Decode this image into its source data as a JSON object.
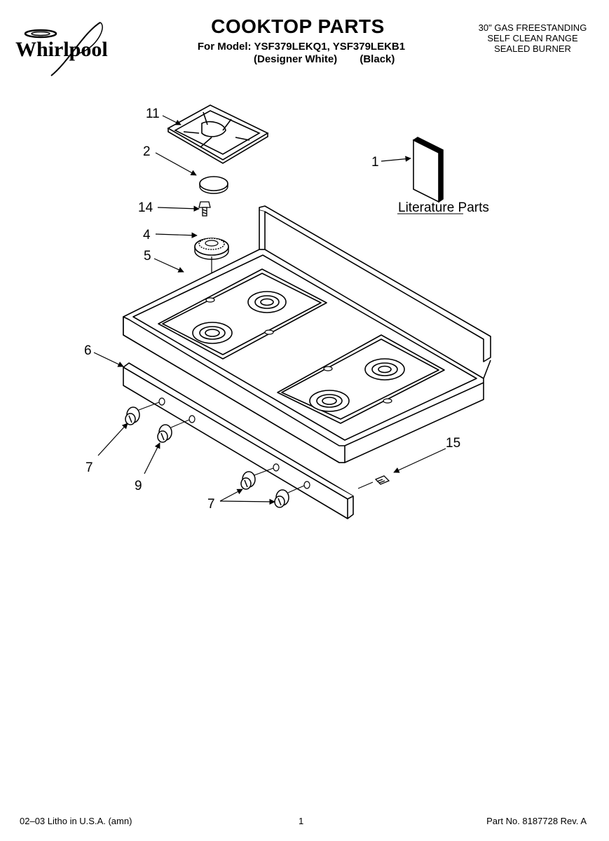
{
  "header": {
    "brand": "Whirlpool",
    "title": "COOKTOP PARTS",
    "model_line": "For Model: YSF379LEKQ1, YSF379LEKB1",
    "color_white": "(Designer White)",
    "color_black": "(Black)",
    "range_desc": [
      "30\" GAS FREESTANDING",
      "SELF CLEAN RANGE",
      "SEALED BURNER"
    ]
  },
  "diagram": {
    "callouts": {
      "grate": "11",
      "burner_cap": "2",
      "screw": "14",
      "burner_base": "4",
      "cooktop": "5",
      "control_panel": "6",
      "knob_left": "7",
      "knob_center": "9",
      "knob_right": "7",
      "literature": "1",
      "pin": "15"
    },
    "literature_label": "Literature Parts"
  },
  "footer": {
    "litho": "02–03 Litho in U.S.A. (amn)",
    "page": "1",
    "part_no": "Part No. 8187728 Rev. A"
  }
}
